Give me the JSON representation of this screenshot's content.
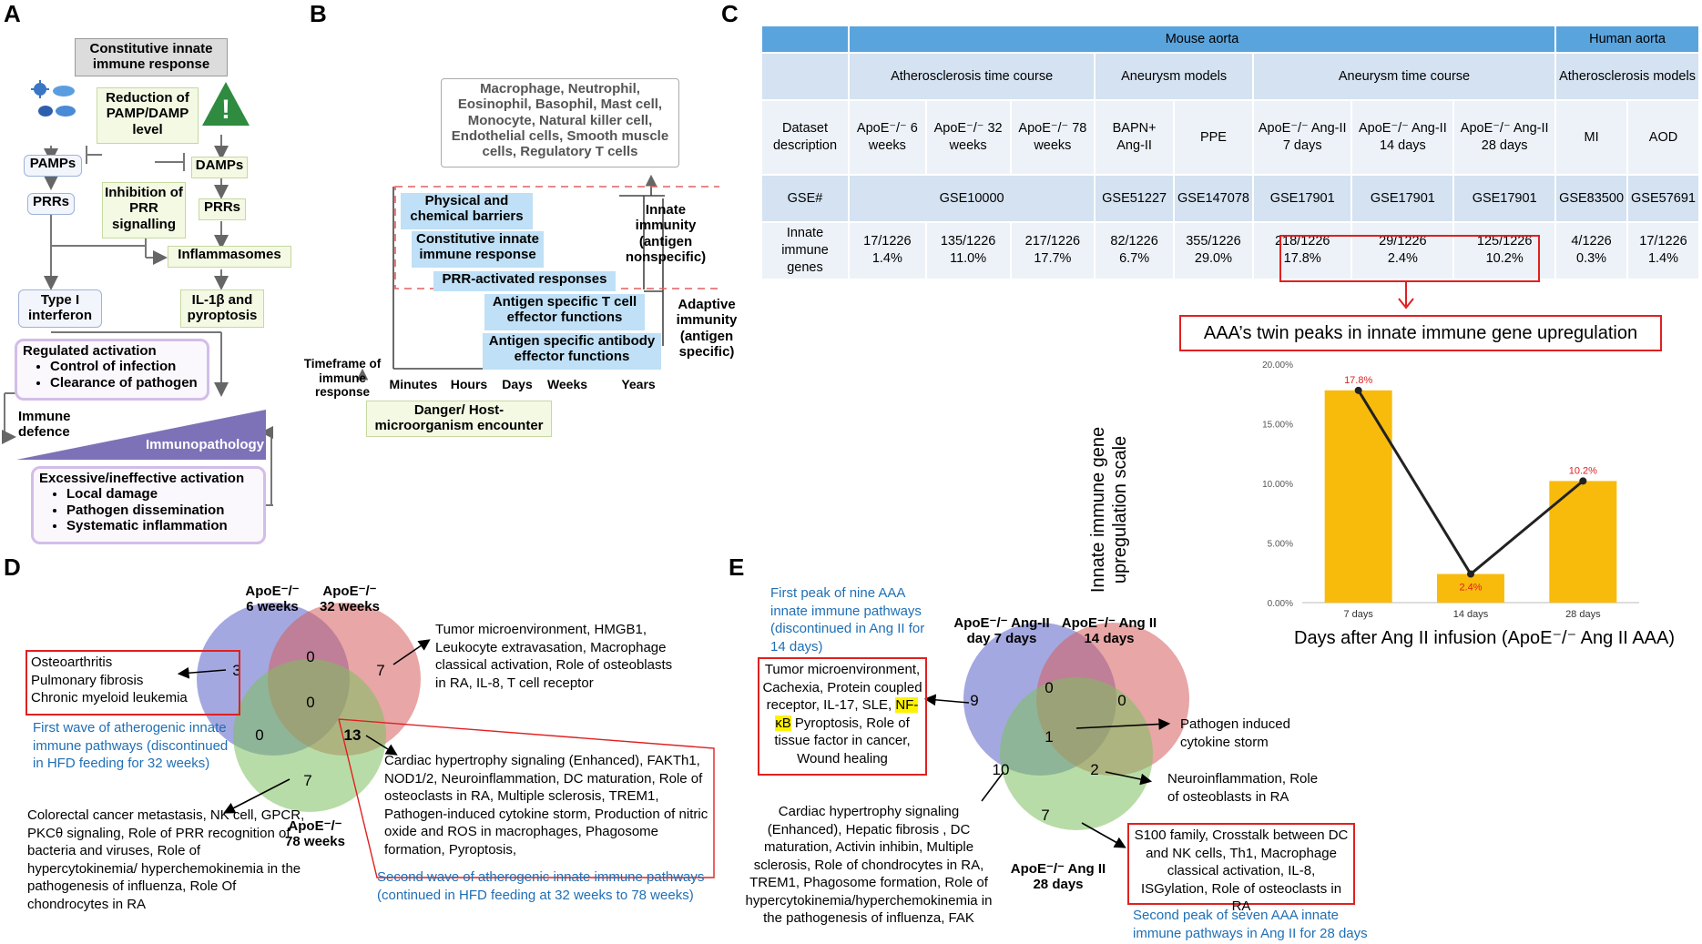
{
  "panels": {
    "A": "A",
    "B": "B",
    "C": "C",
    "D": "D",
    "E": "E"
  },
  "colors": {
    "blue_box": "#bfe0f6",
    "green_box": "#f4f9e4",
    "purple_border": "#d2bde8",
    "venn_blue": "#5961c7",
    "venn_red": "#d65d5d",
    "venn_green": "#7ec05e",
    "bar": "#f8bb0c",
    "table_header": "#5aa4de",
    "red": "#e02020",
    "blue_text": "#1f6fb5",
    "warning": "#2e8b3f"
  },
  "icons": {
    "pathogen": "bacteria-virus-icon",
    "warning": "warning-triangle-icon"
  },
  "panelA": {
    "constitutive": "Constitutive innate immune response",
    "reduction": "Reduction of PAMP/DAMP level",
    "pamps": "PAMPs",
    "damps": "DAMPs",
    "prrs_left": "PRRs",
    "prrs_right": "PRRs",
    "inhibition": "Inhibition of PRR signalling",
    "inflammasomes": "Inflammasomes",
    "type1": "Type I interferon",
    "il1b": "IL-1β and pyroptosis",
    "regulated_title": "Regulated activation",
    "regulated_items": [
      "Control of infection",
      "Clearance of pathogen"
    ],
    "immune_defence": "Immune defence",
    "immunopathology": "Immunopathology",
    "excessive_title": "Excessive/ineffective activation",
    "excessive_items": [
      "Local damage",
      "Pathogen dissemination",
      "Systematic inflammation"
    ]
  },
  "panelB": {
    "cells": "Macrophage, Neutrophil, Eosinophil, Basophil, Mast cell, Monocyte, Natural killer cell, Endothelial cells, Smooth muscle cells, Regulatory T cells",
    "physical": "Physical and chemical barriers",
    "constitutive": "Constitutive innate immune response",
    "prr": "PRR-activated responses",
    "tcell": "Antigen specific T cell effector functions",
    "antibody": "Antigen specific antibody effector functions",
    "innate": "Innate immunity (antigen nonspecific)",
    "adaptive": "Adaptive immunity (antigen specific)",
    "timeframe": "Timeframe of immune response",
    "ticks": [
      "Minutes",
      "Hours",
      "Days",
      "Weeks",
      "Years"
    ],
    "danger": "Danger/ Host-microorganism encounter"
  },
  "panelC": {
    "table": {
      "mouse": "Mouse aorta",
      "human": "Human aorta",
      "groups": [
        "Atherosclerosis time course",
        "Aneurysm models",
        "Aneurysm time course",
        "Atherosclerosis models"
      ],
      "row_labels": [
        "Dataset description",
        "GSE#",
        "Innate immune genes"
      ],
      "datasets": [
        "ApoE⁻/⁻ 6 weeks",
        "ApoE⁻/⁻ 32 weeks",
        "ApoE⁻/⁻ 78 weeks",
        "BAPN+ Ang-II",
        "PPE",
        "ApoE⁻/⁻ Ang-II 7 days",
        "ApoE⁻/⁻ Ang-II 14 days",
        "ApoE⁻/⁻ Ang-II 28 days",
        "MI",
        "AOD"
      ],
      "gse": [
        "GSE10000",
        "GSE51227",
        "GSE147078",
        "GSE17901",
        "GSE17901",
        "GSE17901",
        "GSE83500",
        "GSE57691"
      ],
      "innate_counts": [
        "17/1226",
        "135/1226",
        "217/1226",
        "82/1226",
        "355/1226",
        "218/1226",
        "29/1226",
        "125/1226",
        "4/1226",
        "17/1226"
      ],
      "innate_pct": [
        "1.4%",
        "11.0%",
        "17.7%",
        "6.7%",
        "29.0%",
        "17.8%",
        "2.4%",
        "10.2%",
        "0.3%",
        "1.4%"
      ]
    },
    "chart_title": "AAA’s twin peaks in innate immune gene upregulation"
  },
  "chart_data": {
    "type": "bar",
    "title": "AAA’s twin peaks in innate immune gene upregulation",
    "categories": [
      "7 days",
      "14 days",
      "28 days"
    ],
    "values": [
      17.8,
      2.4,
      10.2
    ],
    "labels": [
      "17.8%",
      "2.4%",
      "10.2%"
    ],
    "ylabel": "Innate immune gene upregulation scale",
    "xlabel": "Days after Ang II infusion (ApoE⁻/⁻ Ang II AAA)",
    "ylim": [
      0,
      20
    ],
    "yticks": [
      "0.00%",
      "5.00%",
      "10.00%",
      "15.00%",
      "20.00%"
    ],
    "overlay": "line",
    "grid": false
  },
  "panelD": {
    "set_labels": [
      "ApoE⁻/⁻ 6 weeks",
      "ApoE⁻/⁻ 32 weeks",
      "ApoE⁻/⁻ 78 weeks"
    ],
    "counts": {
      "only_a": "3",
      "ab": "0",
      "only_b": "7",
      "ac": "0",
      "abc": "0",
      "bc": "13",
      "only_c": "7"
    },
    "box_left": [
      "Osteoarthritis",
      "Pulmonary fibrosis",
      "Chronic myeloid leukemia"
    ],
    "first_wave": "First wave of atherogenic innate immune pathways (discontinued in HFD feeding for 32 weeks)",
    "only_b_text": "Tumor microenvironment, HMGB1, Leukocyte extravasation, Macrophage classical activation, Role of osteoblasts in RA, IL-8, T cell receptor",
    "bc_text": "Cardiac hypertrophy signaling (Enhanced), FAKTh1, NOD1/2, Neuroinflammation, DC maturation, Role of osteoclasts in RA, Multiple sclerosis, TREM1, Pathogen-induced cytokine storm, Production of nitric oxide and ROS in macrophages, Phagosome formation, Pyroptosis,",
    "second_wave": "Second wave of atherogenic innate immune pathways (continued in HFD feeding at 32 weeks to 78 weeks)",
    "only_c_text": "Colorectal cancer metastasis, NK cell, GPCR, PKCθ signaling, Role of PRR recognition of bacteria and viruses, Role of hypercytokinemia/ hyperchemokinemia in the pathogenesis of influenza, Role Of chondrocytes in RA"
  },
  "panelE": {
    "set_labels": [
      "ApoE⁻/⁻ Ang-II day 7 days",
      "ApoE⁻/⁻ Ang II 14 days",
      "ApoE⁻/⁻ Ang II 28 days"
    ],
    "counts": {
      "only_a": "9",
      "ab": "0",
      "only_b": "0",
      "abc": "1",
      "ac": "10",
      "bc": "2",
      "only_c": "7"
    },
    "first_peak": "First peak of nine AAA innate immune pathways (discontinued in Ang II for 14 days)",
    "box_left_pre": "Tumor microenvironment, Cachexia, Protein coupled receptor, IL-17, SLE,",
    "nfkb": "NF-κB",
    "box_left_post": "Pyroptosis, Role of tissue factor in cancer, Wound healing",
    "abc_text": "Pathogen induced cytokine storm",
    "bc_text": "Neuroinflammation, Role of osteoblasts in RA",
    "ac_text": "Cardiac hypertrophy signaling (Enhanced), Hepatic fibrosis , DC maturation, Activin inhibin, Multiple sclerosis, Role of chondrocytes in RA, TREM1, Phagosome formation, Role of hypercytokinemia/hyperchemokinemia in the pathogenesis of influenza, FAK",
    "only_c_box": "S100 family, Crosstalk between DC and NK cells, Th1, Macrophage classical activation, IL-8, ISGylation, Role of osteoclasts in RA",
    "second_peak": "Second peak of seven AAA innate immune pathways in Ang II for 28 days"
  }
}
